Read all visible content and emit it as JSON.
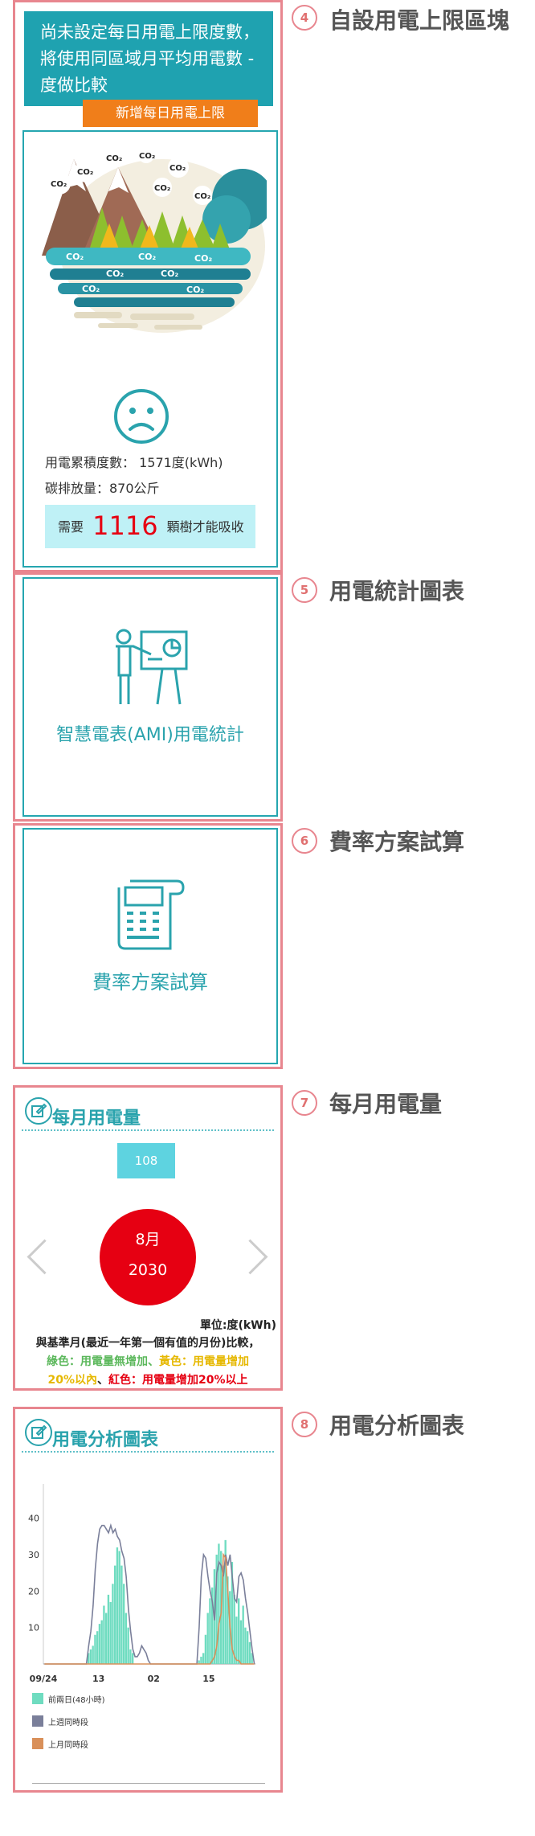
{
  "sections": {
    "s4": {
      "badge": "4",
      "label": "自設用電上限區塊"
    },
    "s5": {
      "badge": "5",
      "label": "用電統計圖表"
    },
    "s6": {
      "badge": "6",
      "label": "費率方案試算"
    },
    "s7": {
      "badge": "7",
      "label": "每月用電量"
    },
    "s8": {
      "badge": "8",
      "label": "用電分析圖表"
    }
  },
  "limit_block": {
    "notice": "尚未設定每日用電上限度數，將使用同區域月平均用電數 - 度做比較",
    "add_button": "新增每日用電上限",
    "co2_text": "CO₂",
    "usage_line": "用電累積度數： 1571度(kWh)",
    "emission_line": "碳排放量：870公斤",
    "trees_prefix": "需要",
    "trees_count": "1116",
    "trees_suffix": "顆樹才能吸收"
  },
  "ami_card": {
    "label": "智慧電表(AMI)用電統計"
  },
  "tariff_card": {
    "label": "費率方案試算"
  },
  "monthly": {
    "title": "每月用電量",
    "year": "108",
    "month": "8月",
    "value": "2030",
    "unit": "單位:度(kWh)",
    "legend_line1": "與基準月(最近一年第一個有值的月份)比較，",
    "green_label": "綠色：用電量無增加、",
    "yellow_label": "黃色：用電量增加",
    "yellow_label2": "20%以內",
    "sep": "、",
    "red_label": "紅色：用電量增加20%以上",
    "colors": {
      "green": "#5cb85c",
      "yellow": "#e6b800",
      "red": "#e60012",
      "circle": "#e60012",
      "year_bg": "#5ed3e0"
    }
  },
  "analysis": {
    "title": "用電分析圖表"
  },
  "chart_data": {
    "type": "bar",
    "x_tick_labels": [
      "09/24",
      "13",
      "02",
      "15"
    ],
    "y_ticks": [
      10,
      20,
      30,
      40
    ],
    "ylim": [
      0,
      45
    ],
    "legend": [
      "前兩日(48小時)",
      "上週同時段",
      "上月同時段"
    ],
    "colors": {
      "bars": "#6fdcc0",
      "last_week": "#7a7f9a",
      "last_month": "#d9905a"
    },
    "bars": [
      0,
      0,
      0,
      0,
      0,
      0,
      0,
      0,
      0,
      0,
      0,
      0,
      0,
      0,
      0,
      0,
      0,
      0,
      0,
      0,
      3,
      4,
      5,
      8,
      9,
      11,
      12,
      16,
      14,
      19,
      17,
      22,
      27,
      32,
      31,
      27,
      22,
      14,
      10,
      4,
      3,
      0,
      0,
      0,
      0,
      0,
      0,
      0,
      0,
      0,
      0,
      0,
      0,
      0,
      0,
      0,
      0,
      0,
      0,
      0,
      0,
      0,
      0,
      0,
      0,
      0,
      0,
      0,
      0,
      0,
      1,
      2,
      3,
      8,
      14,
      18,
      21,
      26,
      30,
      33,
      31,
      27,
      34,
      24,
      20,
      28,
      19,
      13,
      18,
      12,
      16,
      10,
      9,
      6,
      3,
      0
    ],
    "last_week": [
      0,
      0,
      0,
      0,
      0,
      0,
      0,
      0,
      0,
      0,
      0,
      0,
      0,
      0,
      0,
      0,
      0,
      0,
      0,
      0,
      5,
      9,
      16,
      26,
      33,
      37,
      38,
      38,
      37,
      36,
      38,
      36,
      37,
      35,
      34,
      31,
      29,
      24,
      15,
      9,
      4,
      2,
      2,
      3,
      5,
      4,
      3,
      1,
      0,
      0,
      0,
      0,
      0,
      0,
      0,
      0,
      0,
      0,
      0,
      0,
      0,
      0,
      0,
      0,
      0,
      0,
      0,
      0,
      0,
      0,
      10,
      24,
      30,
      29,
      24,
      20,
      17,
      12,
      25,
      28,
      27,
      24,
      30,
      27,
      30,
      24,
      18,
      17,
      24,
      25,
      23,
      18,
      14,
      9,
      4,
      0
    ],
    "last_month": [
      0,
      0,
      0,
      0,
      0,
      0,
      0,
      0,
      0,
      0,
      0,
      0,
      0,
      0,
      0,
      0,
      0,
      0,
      0,
      0,
      0,
      0,
      0,
      0,
      0,
      0,
      0,
      0,
      0,
      0,
      0,
      0,
      0,
      0,
      0,
      0,
      0,
      0,
      0,
      0,
      0,
      0,
      0,
      0,
      0,
      0,
      0,
      0,
      0,
      0,
      0,
      0,
      0,
      0,
      0,
      0,
      0,
      0,
      0,
      0,
      0,
      0,
      0,
      0,
      0,
      0,
      0,
      0,
      0,
      0,
      0,
      0,
      0,
      0,
      0,
      0,
      1,
      2,
      5,
      11,
      14,
      30,
      29,
      20,
      10,
      4,
      2,
      1,
      1,
      0,
      0,
      0,
      0,
      0,
      0,
      0
    ]
  }
}
